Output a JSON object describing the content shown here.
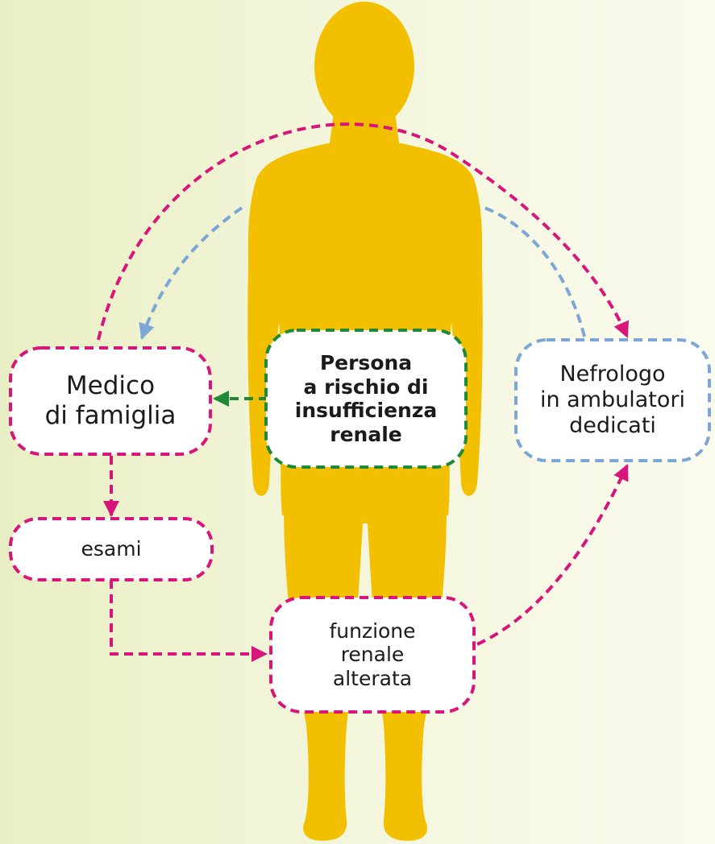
{
  "colors": {
    "silhouette": "#f2c000",
    "magenta": "#d8157a",
    "blue": "#7ba6d6",
    "green": "#1e8a38",
    "box_fill": "#ffffff",
    "background_left": "#e9efc4",
    "background_right": "#fbfbee"
  },
  "figure": {
    "icon": "human-silhouette-icon"
  },
  "nodes": {
    "medico": {
      "line1": "Medico",
      "line2": "di famiglia"
    },
    "persona": {
      "line1": "Persona",
      "line2": "a rischio di",
      "line3": "insufficienza",
      "line4": "renale"
    },
    "nefrologo": {
      "line1": "Nefrologo",
      "line2": "in ambulatori",
      "line3": "dedicati"
    },
    "esami": {
      "line1": "esami"
    },
    "funzione": {
      "line1": "funzione",
      "line2": "renale",
      "line3": "alterata"
    }
  },
  "edges": [
    {
      "from": "medico",
      "to": "nefrologo",
      "color": "magenta"
    },
    {
      "from": "nefrologo",
      "to": "medico",
      "color": "blue"
    },
    {
      "from": "persona",
      "to": "medico",
      "color": "green"
    },
    {
      "from": "medico",
      "to": "esami",
      "color": "magenta"
    },
    {
      "from": "esami",
      "to": "funzione",
      "color": "magenta"
    },
    {
      "from": "funzione",
      "to": "nefrologo",
      "color": "magenta"
    }
  ]
}
